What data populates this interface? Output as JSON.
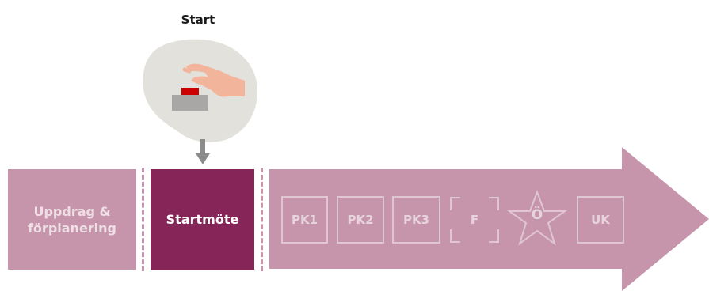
{
  "start": {
    "label": "Start"
  },
  "phases": {
    "uppdrag": "Uppdrag & förplanering",
    "startmote": "Startmöte"
  },
  "milestones": {
    "pk1": "PK1",
    "pk2": "PK2",
    "pk3": "PK3",
    "f": "F",
    "oe": "Ö",
    "uk": "UK"
  },
  "colors": {
    "phase_light": "#c795ab",
    "phase_dark": "#862557",
    "arrow": "#c795ab",
    "marker_outline": "#dfc7d1",
    "blob": "#e3e1dc",
    "button_red": "#cc0000",
    "button_base": "#a9a7a5",
    "hand": "#f2b49a",
    "down_arrow": "#8e8c8a"
  }
}
